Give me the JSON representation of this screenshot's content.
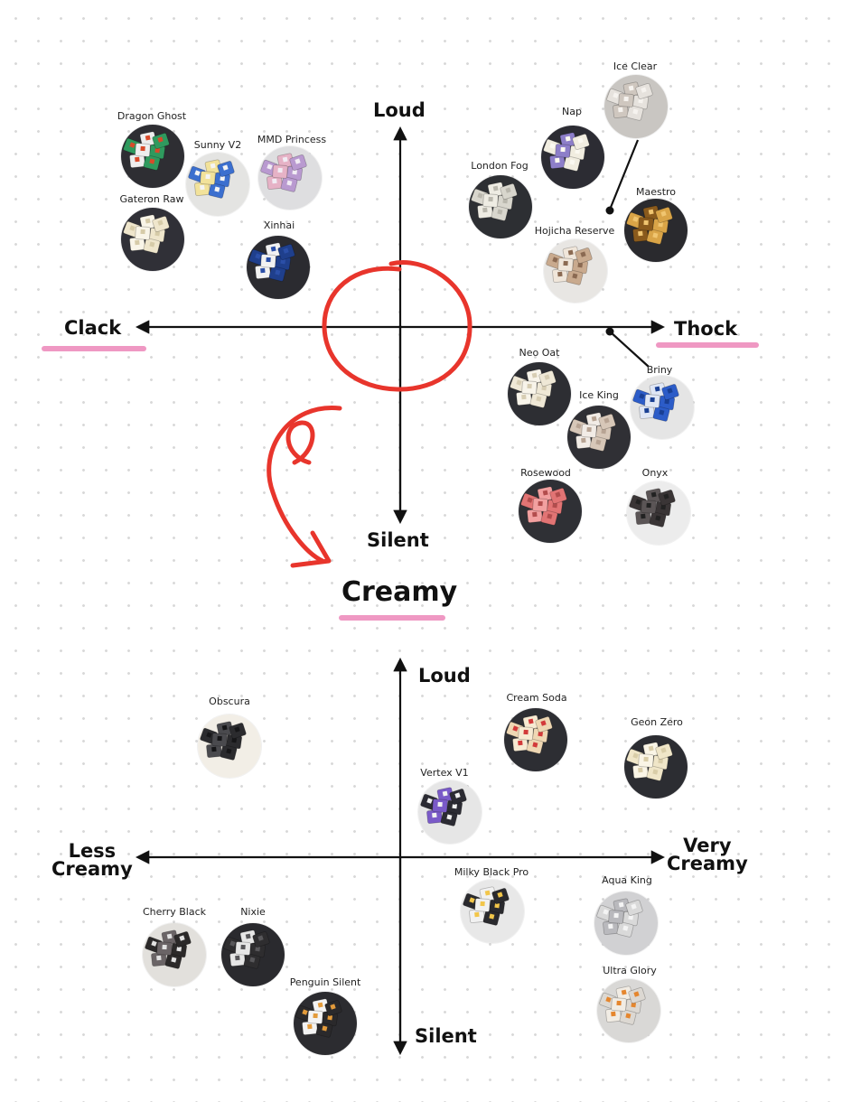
{
  "top_chart": {
    "axes": {
      "up": "Loud",
      "down": "Silent",
      "left": "Clack",
      "right": "Thock"
    },
    "switches": [
      {
        "name": "Dragon Ghost",
        "colors": [
          "#2f9a5e",
          "#eeeeee",
          "#d94a2a"
        ],
        "bg": "#2e2e33"
      },
      {
        "name": "Sunny V2",
        "colors": [
          "#3b6fcf",
          "#f2e29a",
          "#f4f4f4"
        ],
        "bg": "#e4e4e2"
      },
      {
        "name": "MMD Princess",
        "colors": [
          "#b99ad0",
          "#e6b2c6",
          "#f1ecf4"
        ],
        "bg": "#dedee0"
      },
      {
        "name": "Gateron Raw",
        "colors": [
          "#efe6cc",
          "#f9f5e8",
          "#d6cba8"
        ],
        "bg": "#303037"
      },
      {
        "name": "Xinhai",
        "colors": [
          "#1f3f8c",
          "#f2f2f2",
          "#2b4fa8"
        ],
        "bg": "#2b2b30"
      },
      {
        "name": "Ice Clear",
        "colors": [
          "#e6e2dd",
          "#cfc7bf",
          "#f6f3ef"
        ],
        "bg": "#c9c6c2"
      },
      {
        "name": "Nap",
        "colors": [
          "#f1ede0",
          "#8d7ec9",
          "#fbf9f1"
        ],
        "bg": "#2c2c33"
      },
      {
        "name": "London Fog",
        "colors": [
          "#d8d6cd",
          "#eeece3",
          "#b9b7ad"
        ],
        "bg": "#2d2f33"
      },
      {
        "name": "Maestro",
        "colors": [
          "#d9a447",
          "#8a5a1c",
          "#f0c570"
        ],
        "bg": "#2a2a2e"
      },
      {
        "name": "Hojicha Reserve",
        "colors": [
          "#c9aa8e",
          "#f0e6da",
          "#8b6a52"
        ],
        "bg": "#e8e6e3"
      },
      {
        "name": "Neo Oat",
        "colors": [
          "#efe8d6",
          "#f8f4ea",
          "#d7cdb3"
        ],
        "bg": "#2d2e33"
      },
      {
        "name": "Ice King",
        "colors": [
          "#d7c7b8",
          "#f2ece6",
          "#b8a494"
        ],
        "bg": "#303035"
      },
      {
        "name": "Briny",
        "colors": [
          "#2c5cc8",
          "#dfe6f5",
          "#193f94"
        ],
        "bg": "#e5e5e5"
      },
      {
        "name": "Rosewood",
        "colors": [
          "#e27474",
          "#f2a0a0",
          "#b24d4d"
        ],
        "bg": "#2f3035"
      },
      {
        "name": "Onyx",
        "colors": [
          "#3a3536",
          "#5b5556",
          "#222"
        ],
        "bg": "#ececec"
      }
    ]
  },
  "section_title": "Creamy",
  "bottom_chart": {
    "axes": {
      "up": "Loud",
      "down": "Silent",
      "left": [
        "Less",
        "Creamy"
      ],
      "right": [
        "Very",
        "Creamy"
      ]
    },
    "switches": [
      {
        "name": "Obscura",
        "colors": [
          "#2b2b2e",
          "#4a4a4e",
          "#161618"
        ],
        "bg": "#f2eee6"
      },
      {
        "name": "Cream Soda",
        "colors": [
          "#eed7b3",
          "#f7ead2",
          "#d23a3a"
        ],
        "bg": "#2d2e33"
      },
      {
        "name": "Geon Zero",
        "colors": [
          "#f0e6c8",
          "#faf5e6",
          "#d9cda8"
        ],
        "bg": "#2c2d32"
      },
      {
        "name": "Vertex V1",
        "colors": [
          "#2b2b33",
          "#7a5ac8",
          "#f1f1f1"
        ],
        "bg": "#e6e6e6"
      },
      {
        "name": "Milky Black Pro",
        "colors": [
          "#2a2a2e",
          "#f1f1f1",
          "#f2c64a"
        ],
        "bg": "#e8e8e8"
      },
      {
        "name": "Aqua King",
        "colors": [
          "#d9d9d9",
          "#b9b9bd",
          "#f4f4f4"
        ],
        "bg": "#d1d1d3"
      },
      {
        "name": "Cherry Black",
        "colors": [
          "#2b2929",
          "#6a6466",
          "#e2e2e2"
        ],
        "bg": "#e2e0dc"
      },
      {
        "name": "Nixie",
        "colors": [
          "#2e2d2f",
          "#e6e6e6",
          "#58575a"
        ],
        "bg": "#2a2a2e"
      },
      {
        "name": "Penguin Silent",
        "colors": [
          "#2a292b",
          "#f3f3f3",
          "#e39b3b"
        ],
        "bg": "#2c2c30"
      },
      {
        "name": "Ultra Glory",
        "colors": [
          "#dcd8d2",
          "#f1ece4",
          "#e5862e"
        ],
        "bg": "#d9d8d6"
      }
    ]
  },
  "annotation_colors": {
    "circle": "#e8352c",
    "underline": "#ee8dbd",
    "axis": "#111111"
  }
}
